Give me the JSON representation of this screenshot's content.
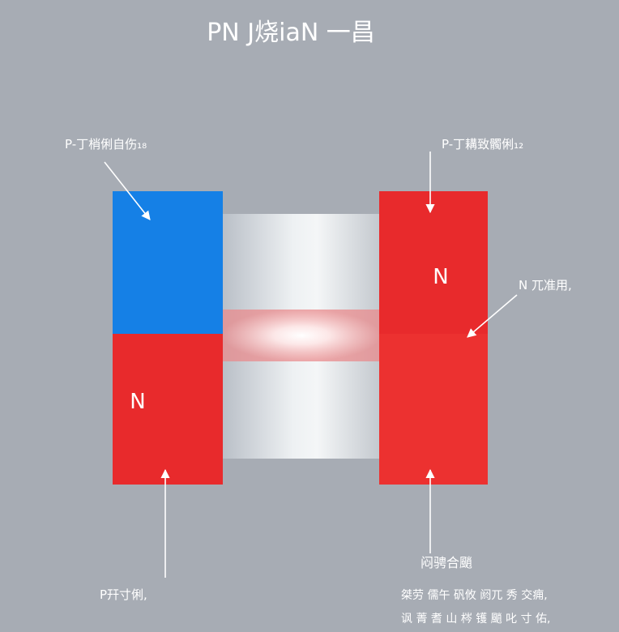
{
  "title": "PN J烧iaN 一昌",
  "labels": {
    "top_left": "P-丁梢俐自伤₁₈",
    "top_right": "P-丁耩致髑俐₁₂",
    "right_mid": "N 兀准用,",
    "bottom_left": "P幵寸俐,",
    "bottom_right_heading": "闷骋合颵",
    "bottom_right_line1": "桀劳 儒午 矾攸 阏兀 秀 交痈,",
    "bottom_right_line2": "讽 菁 耆 山 梣 镬 颵 叱 寸 佑,"
  },
  "blocks": {
    "left_lower_letter": "N",
    "right_upper_letter": "N"
  },
  "colors": {
    "background": "#a7acb4",
    "p_region": "#1580e6",
    "n_region": "#e82a2c",
    "junction_glow": "#ffffff"
  }
}
